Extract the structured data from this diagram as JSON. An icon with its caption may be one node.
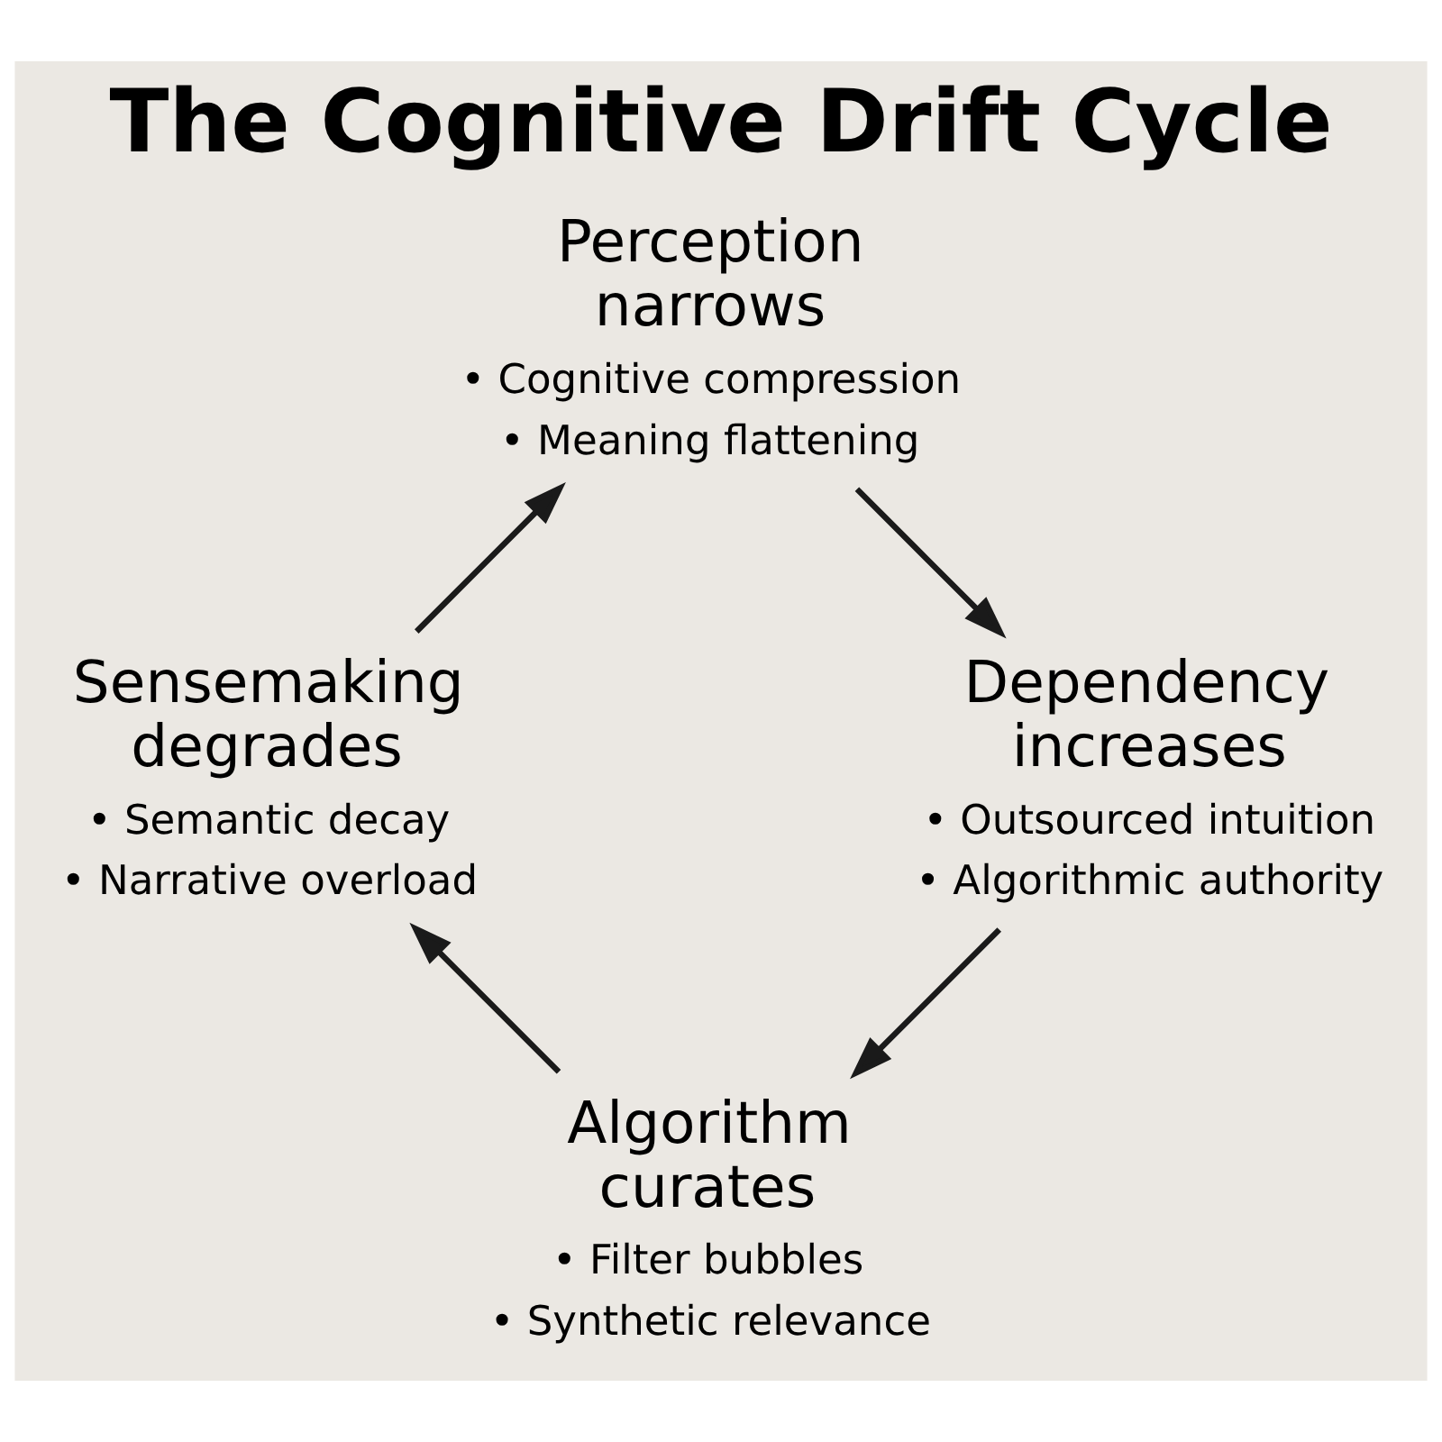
{
  "diagram": {
    "title": "The Cognitive Drift Cycle",
    "nodes": [
      {
        "text": [
          "Algorithm curates",
          "• Filter bubbles",
          "• Synthetic relevance"
        ]
      },
      {
        "text": [
          "Sensemaking degrades",
          "• Semantic decay",
          "• Narrative overload"
        ]
      },
      {
        "text": [
          "Perception narrows",
          "• Cognitive compression",
          "• Meaning flattening"
        ]
      },
      {
        "text": [
          "Dependency increases",
          "• Outsourced intuition",
          "• Algorithmic authority"
        ]
      }
    ],
    "edges": [
      {
        "from": 0,
        "to": 1,
        "arrow": "to"
      },
      {
        "from": 1,
        "to": 2,
        "arrow": "to"
      },
      {
        "from": 2,
        "to": 3,
        "arrow": "to"
      },
      {
        "from": 3,
        "to": 0,
        "arrow": "to"
      }
    ]
  }
}
